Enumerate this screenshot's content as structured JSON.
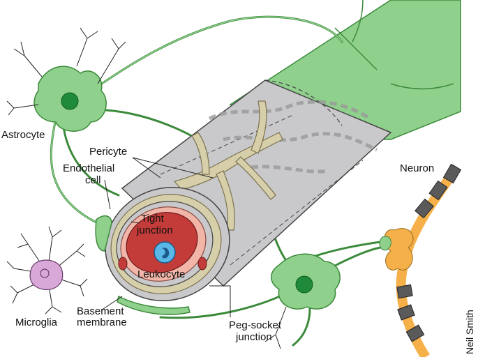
{
  "labels": {
    "astrocyte": "Astrocyte",
    "pericyte": "Pericyte",
    "endothelial_line1": "Endothelial",
    "endothelial_line2": "cell",
    "tight_line1": "Tight",
    "tight_line2": "junction",
    "leukocyte": "Leukocyte",
    "microglia": "Microglia",
    "basement_line1": "Basement",
    "basement_line2": "membrane",
    "pegsocket_line1": "Peg-socket",
    "pegsocket_line2": "junction",
    "neuron": "Neuron",
    "signature": "Neil Smith"
  },
  "colors": {
    "astrocyte_green": "#8fd08c",
    "astrocyte_outline": "#3c8a3c",
    "nucleus_green": "#1f8a3a",
    "vessel_gray": "#c9c9cc",
    "pericyte_tan": "#d7cfa9",
    "lumen_red": "#c43c3a",
    "endothelium_pink": "#f2b6a8",
    "leukocyte_blue": "#5ab8e8",
    "microglia_purple": "#d8a8d8",
    "neuron_orange": "#f5b04a",
    "myelin_gray": "#5a5a5a"
  }
}
